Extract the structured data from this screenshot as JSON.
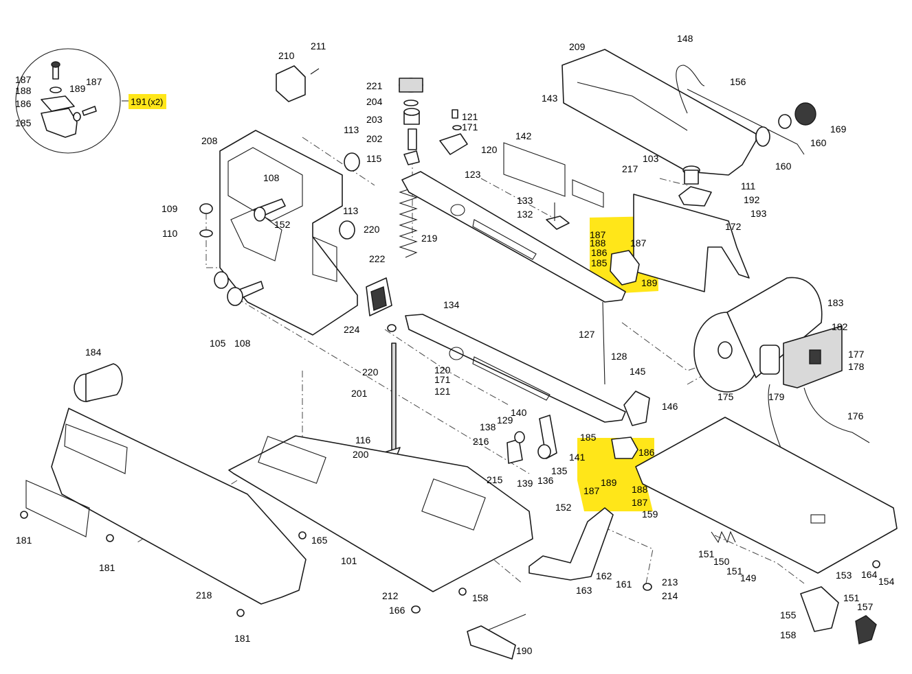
{
  "colors": {
    "highlight": "#ffe619",
    "ink": "#1a1a1a",
    "shade": "#d9d9d9"
  },
  "inset": {
    "callout": "191",
    "qty": "(x2)",
    "labels": [
      "187",
      "188",
      "186",
      "185",
      "189",
      "187"
    ]
  },
  "labels": [
    {
      "id": "lbl-210",
      "text": "210"
    },
    {
      "id": "lbl-211",
      "text": "211"
    },
    {
      "id": "lbl-221",
      "text": "221"
    },
    {
      "id": "lbl-204",
      "text": "204"
    },
    {
      "id": "lbl-203",
      "text": "203"
    },
    {
      "id": "lbl-202",
      "text": "202"
    },
    {
      "id": "lbl-121a",
      "text": "121"
    },
    {
      "id": "lbl-171a",
      "text": "171"
    },
    {
      "id": "lbl-120a",
      "text": "120"
    },
    {
      "id": "lbl-209",
      "text": "209"
    },
    {
      "id": "lbl-148",
      "text": "148"
    },
    {
      "id": "lbl-156",
      "text": "156"
    },
    {
      "id": "lbl-143",
      "text": "143"
    },
    {
      "id": "lbl-169",
      "text": "169"
    },
    {
      "id": "lbl-160a",
      "text": "160"
    },
    {
      "id": "lbl-160b",
      "text": "160"
    },
    {
      "id": "lbl-208",
      "text": "208"
    },
    {
      "id": "lbl-113a",
      "text": "113"
    },
    {
      "id": "lbl-115",
      "text": "115"
    },
    {
      "id": "lbl-123",
      "text": "123"
    },
    {
      "id": "lbl-142",
      "text": "142"
    },
    {
      "id": "lbl-103",
      "text": "103"
    },
    {
      "id": "lbl-217",
      "text": "217"
    },
    {
      "id": "lbl-111",
      "text": "111"
    },
    {
      "id": "lbl-108a",
      "text": "108"
    },
    {
      "id": "lbl-109",
      "text": "109"
    },
    {
      "id": "lbl-220a",
      "text": "220"
    },
    {
      "id": "lbl-113b",
      "text": "113"
    },
    {
      "id": "lbl-133",
      "text": "133"
    },
    {
      "id": "lbl-192",
      "text": "192"
    },
    {
      "id": "lbl-193",
      "text": "193"
    },
    {
      "id": "lbl-132",
      "text": "132"
    },
    {
      "id": "lbl-172",
      "text": "172"
    },
    {
      "id": "lbl-110",
      "text": "110"
    },
    {
      "id": "lbl-152a",
      "text": "152"
    },
    {
      "id": "lbl-219",
      "text": "219"
    },
    {
      "id": "lbl-187a",
      "text": "187"
    },
    {
      "id": "lbl-188a",
      "text": "188"
    },
    {
      "id": "lbl-187b",
      "text": "187"
    },
    {
      "id": "lbl-186a",
      "text": "186"
    },
    {
      "id": "lbl-185a",
      "text": "185"
    },
    {
      "id": "lbl-189a",
      "text": "189"
    },
    {
      "id": "lbl-222",
      "text": "222"
    },
    {
      "id": "lbl-134",
      "text": "134"
    },
    {
      "id": "lbl-183",
      "text": "183"
    },
    {
      "id": "lbl-224",
      "text": "224"
    },
    {
      "id": "lbl-127",
      "text": "127"
    },
    {
      "id": "lbl-182",
      "text": "182"
    },
    {
      "id": "lbl-105",
      "text": "105"
    },
    {
      "id": "lbl-108b",
      "text": "108"
    },
    {
      "id": "lbl-220b",
      "text": "220"
    },
    {
      "id": "lbl-120b",
      "text": "120"
    },
    {
      "id": "lbl-128",
      "text": "128"
    },
    {
      "id": "lbl-177",
      "text": "177"
    },
    {
      "id": "lbl-178",
      "text": "178"
    },
    {
      "id": "lbl-184",
      "text": "184"
    },
    {
      "id": "lbl-171b",
      "text": "171"
    },
    {
      "id": "lbl-145",
      "text": "145"
    },
    {
      "id": "lbl-121b",
      "text": "121"
    },
    {
      "id": "lbl-201",
      "text": "201"
    },
    {
      "id": "lbl-175",
      "text": "175"
    },
    {
      "id": "lbl-179",
      "text": "179"
    },
    {
      "id": "lbl-146",
      "text": "146"
    },
    {
      "id": "lbl-176",
      "text": "176"
    },
    {
      "id": "lbl-140",
      "text": "140"
    },
    {
      "id": "lbl-138",
      "text": "138"
    },
    {
      "id": "lbl-129",
      "text": "129"
    },
    {
      "id": "lbl-116",
      "text": "116"
    },
    {
      "id": "lbl-216",
      "text": "216"
    },
    {
      "id": "lbl-185b",
      "text": "185"
    },
    {
      "id": "lbl-186b",
      "text": "186"
    },
    {
      "id": "lbl-141",
      "text": "141"
    },
    {
      "id": "lbl-200",
      "text": "200"
    },
    {
      "id": "lbl-135",
      "text": "135"
    },
    {
      "id": "lbl-215",
      "text": "215"
    },
    {
      "id": "lbl-139",
      "text": "139"
    },
    {
      "id": "lbl-136",
      "text": "136"
    },
    {
      "id": "lbl-187c",
      "text": "187"
    },
    {
      "id": "lbl-189b",
      "text": "189"
    },
    {
      "id": "lbl-188b",
      "text": "188"
    },
    {
      "id": "lbl-187d",
      "text": "187"
    },
    {
      "id": "lbl-152b",
      "text": "152"
    },
    {
      "id": "lbl-159",
      "text": "159"
    },
    {
      "id": "lbl-181a",
      "text": "181"
    },
    {
      "id": "lbl-165",
      "text": "165"
    },
    {
      "id": "lbl-181b",
      "text": "181"
    },
    {
      "id": "lbl-101",
      "text": "101"
    },
    {
      "id": "lbl-151a",
      "text": "151"
    },
    {
      "id": "lbl-150",
      "text": "150"
    },
    {
      "id": "lbl-151b",
      "text": "151"
    },
    {
      "id": "lbl-149",
      "text": "149"
    },
    {
      "id": "lbl-153",
      "text": "153"
    },
    {
      "id": "lbl-164",
      "text": "164"
    },
    {
      "id": "lbl-154",
      "text": "154"
    },
    {
      "id": "lbl-162",
      "text": "162"
    },
    {
      "id": "lbl-161",
      "text": "161"
    },
    {
      "id": "lbl-213",
      "text": "213"
    },
    {
      "id": "lbl-214",
      "text": "214"
    },
    {
      "id": "lbl-163",
      "text": "163"
    },
    {
      "id": "lbl-218",
      "text": "218"
    },
    {
      "id": "lbl-212",
      "text": "212"
    },
    {
      "id": "lbl-158a",
      "text": "158"
    },
    {
      "id": "lbl-166",
      "text": "166"
    },
    {
      "id": "lbl-151c",
      "text": "151"
    },
    {
      "id": "lbl-157",
      "text": "157"
    },
    {
      "id": "lbl-155",
      "text": "155"
    },
    {
      "id": "lbl-181c",
      "text": "181"
    },
    {
      "id": "lbl-158b",
      "text": "158"
    },
    {
      "id": "lbl-190",
      "text": "190"
    }
  ]
}
